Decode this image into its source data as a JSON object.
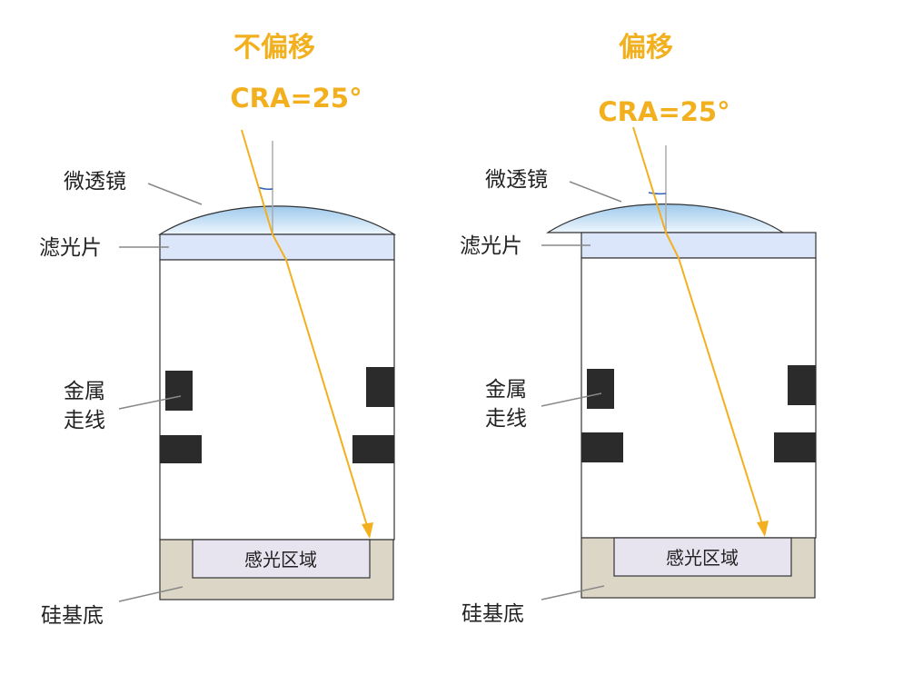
{
  "colors": {
    "accent": "#f2b01e",
    "lens_top": "#9ec9ec",
    "lens_bottom": "#eaf4fc",
    "filter": "#dbe6fa",
    "metal": "#2b2b2b",
    "substrate": "#dcd6c6",
    "photodiode": "#e8e4ef",
    "leader": "#888888",
    "angle_arc": "#2f62b8"
  },
  "labels": {
    "microlens": "微透镜",
    "filter": "滤光片",
    "metal_line1": "金属",
    "metal_line2": "走线",
    "substrate": "硅基底",
    "photodiode": "感光区域"
  },
  "panels": [
    {
      "title": "不偏移",
      "cra": "CRA=25°"
    },
    {
      "title": "偏移",
      "cra": "CRA=25°"
    }
  ]
}
